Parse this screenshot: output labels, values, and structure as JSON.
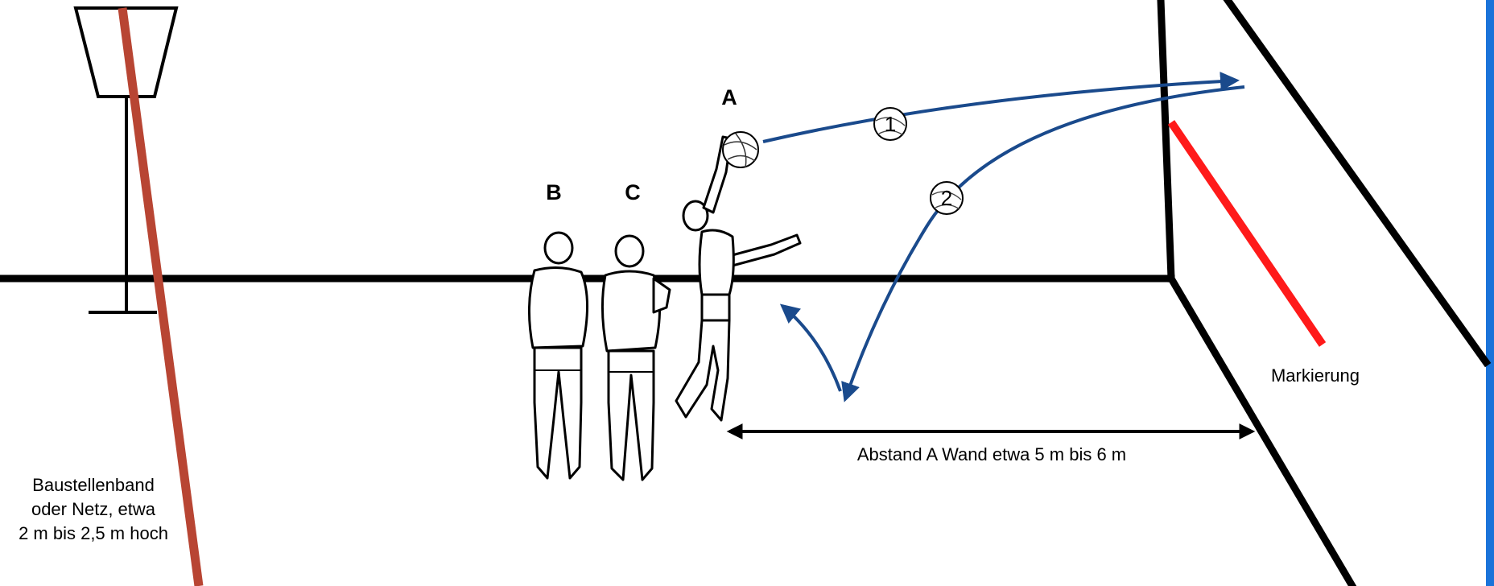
{
  "labels": {
    "player_a": "A",
    "player_b": "B",
    "player_c": "C",
    "trajectory_1": "1",
    "trajectory_2": "2",
    "distance": "Abstand A  Wand etwa 5 m bis 6 m",
    "marking": "Markierung",
    "tape_line1": "Baustellenband",
    "tape_line2": "oder Netz, etwa",
    "tape_line3": "2 m bis 2,5 m hoch"
  },
  "colors": {
    "trajectory": "#1a4a8c",
    "tape": "#b84533",
    "marking": "#ff1a1a",
    "lines": "#000000",
    "edge_strip": "#1a73d9"
  }
}
